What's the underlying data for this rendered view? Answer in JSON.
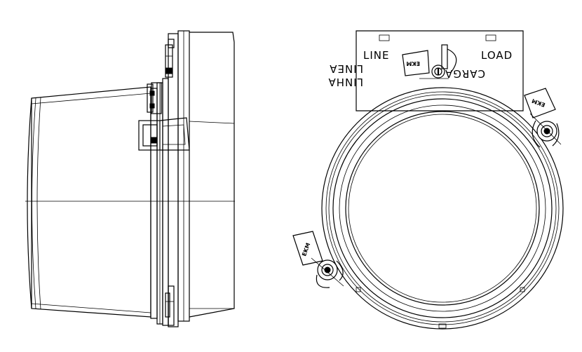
{
  "labels": {
    "line": "LINE",
    "linea": "LINEA",
    "linha": "LINHA",
    "load": "LOAD",
    "carga": "CARGA"
  },
  "seals": {
    "top": "EKM",
    "right": "EKM",
    "left": "EKM"
  }
}
